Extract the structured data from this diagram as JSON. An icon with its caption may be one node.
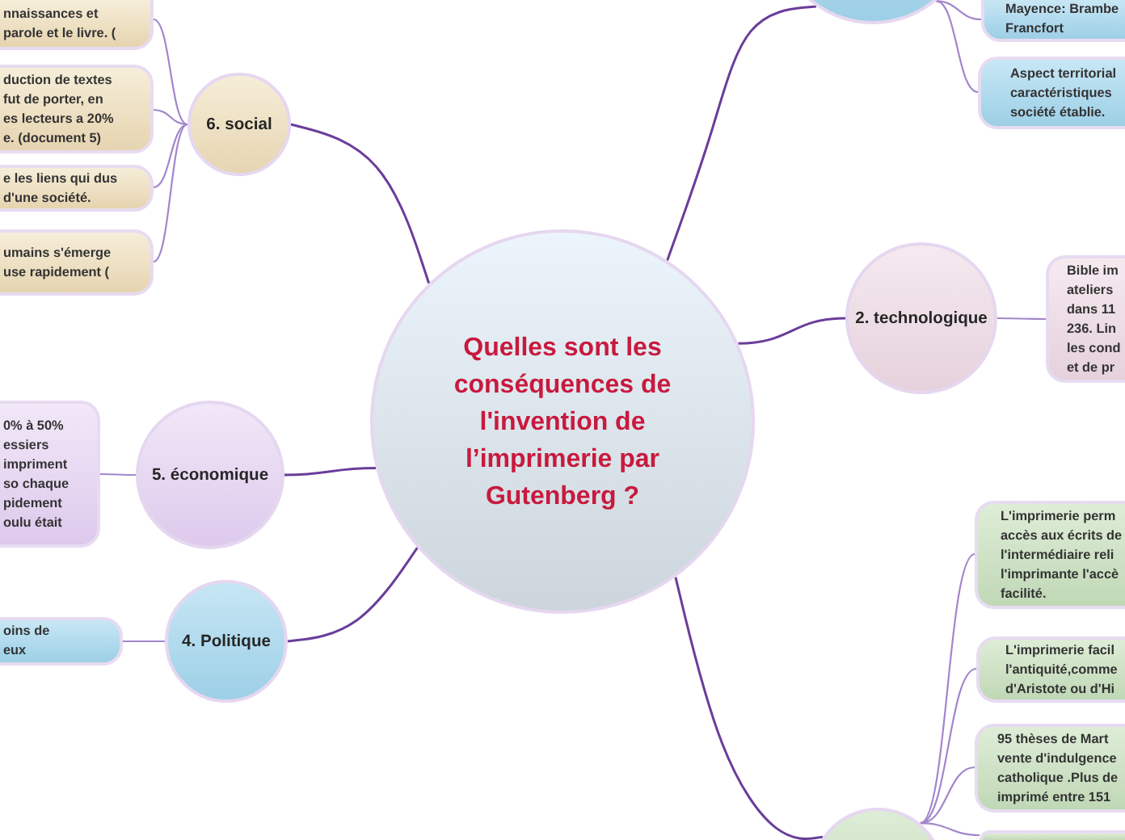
{
  "diagram": {
    "nodes": [
      {
        "text": [
          "Quelles sont les conséquences de l'invention de l’imprimerie par Gutenberg ?"
        ]
      },
      {
        "text": [
          "6. social"
        ]
      },
      {
        "text": [
          "nnaissances et parole et le livre. ("
        ]
      },
      {
        "text": [
          "duction de textes fut de porter, en es lecteurs a 20% e. (document 5)"
        ]
      },
      {
        "text": [
          "e les liens qui dus d'une société."
        ]
      },
      {
        "text": [
          "umains s'émerge use rapidement ("
        ]
      },
      {
        "text": [
          "5. économique"
        ]
      },
      {
        "text": [
          "0% à 50% essiers impriment so chaque pidement oulu était"
        ]
      },
      {
        "text": [
          "4. Politique"
        ]
      },
      {
        "text": [
          "oins de eux"
        ]
      },
      {
        "text": [],
        "shape": "circle"
      },
      {
        "text": [
          "Mayence: Brambe Francfort"
        ]
      },
      {
        "text": [
          "Aspect territorial caractéristiques société établie."
        ]
      },
      {
        "text": [
          "2. technologique"
        ]
      },
      {
        "text": [
          "Bible im ateliers dans 11 236. Lin les cond et de pr"
        ]
      },
      {
        "text": [],
        "shape": "circle"
      },
      {
        "text": [
          "L'imprimerie perm accès aux écrits de l'intermédiaire reli l'imprimante l'accè facilité."
        ]
      },
      {
        "text": [
          "L'imprimerie facil l'antiquité,comme d'Aristote ou d'Hi"
        ]
      },
      {
        "text": [
          "95 thèses de Mart vente d'indulgence catholique .Plus de imprimé entre 151"
        ]
      },
      {
        "text": [],
        "shape": "box"
      }
    ],
    "edges": [
      {
        "from": 0,
        "to": 1,
        "arrow": "none",
        "color": "#6a3d9a"
      },
      {
        "from": 0,
        "to": 6,
        "arrow": "none",
        "color": "#6a3d9a"
      },
      {
        "from": 0,
        "to": 8,
        "arrow": "none",
        "color": "#6a3d9a"
      },
      {
        "from": 0,
        "to": 10,
        "arrow": "none",
        "color": "#6a3d9a"
      },
      {
        "from": 0,
        "to": 13,
        "arrow": "none",
        "color": "#6a3d9a"
      },
      {
        "from": 0,
        "to": 15,
        "arrow": "none",
        "color": "#6a3d9a"
      },
      {
        "from": 1,
        "to": 2,
        "arrow": "none"
      },
      {
        "from": 1,
        "to": 3,
        "arrow": "none"
      },
      {
        "from": 1,
        "to": 4,
        "arrow": "none"
      },
      {
        "from": 1,
        "to": 5,
        "arrow": "none"
      },
      {
        "from": 6,
        "to": 7,
        "arrow": "none"
      },
      {
        "from": 8,
        "to": 9,
        "arrow": "none"
      },
      {
        "from": 10,
        "to": 11,
        "arrow": "none"
      },
      {
        "from": 10,
        "to": 12,
        "arrow": "none"
      },
      {
        "from": 13,
        "to": 14,
        "arrow": "none"
      },
      {
        "from": 15,
        "to": 16,
        "arrow": "none"
      },
      {
        "from": 15,
        "to": 17,
        "arrow": "none"
      },
      {
        "from": 15,
        "to": 18,
        "arrow": "none"
      },
      {
        "from": 15,
        "to": 19,
        "arrow": "none"
      }
    ]
  }
}
